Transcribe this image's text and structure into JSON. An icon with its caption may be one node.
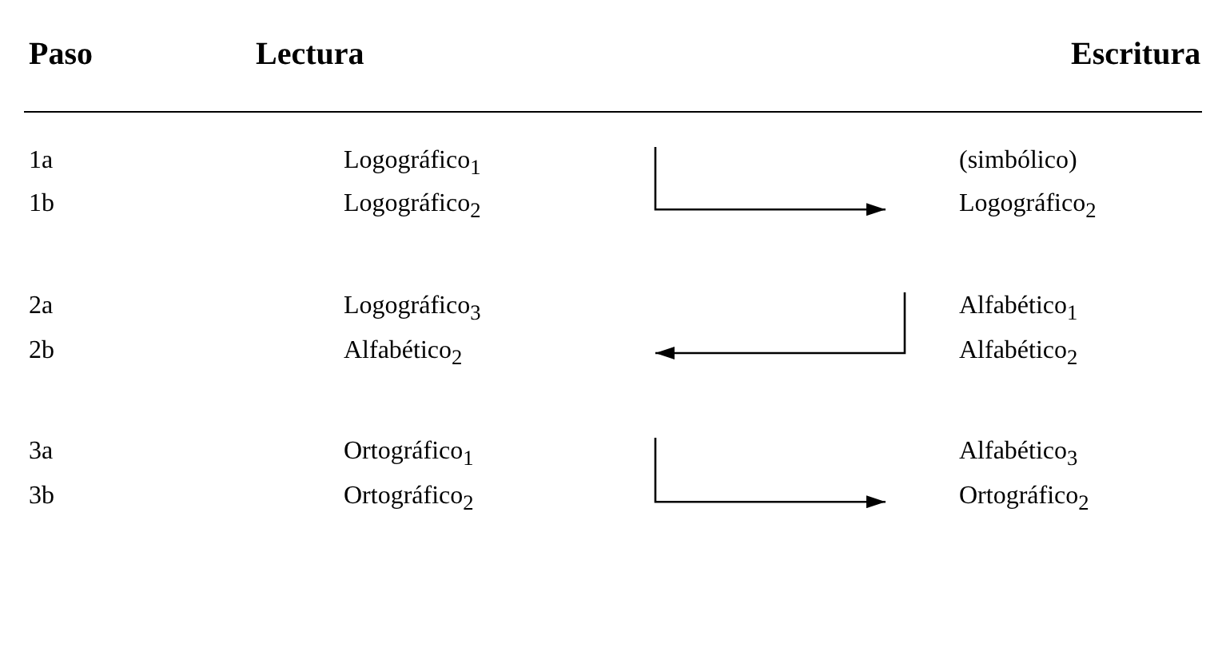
{
  "diagram": {
    "nodes": [
      {
        "text": [
          "Logográfico$_{1}$"
        ]
      },
      {
        "text": [
          "Logográfico$_{2}$"
        ]
      },
      {
        "text": [
          "Alfabético$_{1}$"
        ]
      },
      {
        "text": [
          "Alfabético$_{2}$"
        ]
      },
      {
        "text": [
          "Ortográfico$_{1}$"
        ]
      },
      {
        "text": [
          "Ortográfico$_{2}$"
        ]
      }
    ],
    "edges": [
      {
        "from": null,
        "to": 1,
        "arrow": "to"
      },
      {
        "from": 2,
        "to": null,
        "arrow": "to"
      },
      {
        "from": null,
        "to": 5,
        "arrow": "to"
      }
    ],
    "labels": [
      "Paso",
      "Lectura",
      "Escritura",
      "1a",
      "(simbólico)",
      "1b",
      "Logográfico$_{2}$",
      "2a",
      "Logográfico$_{3}$",
      "2b",
      "Alfabético$_{2}$",
      "3a",
      "Alfabético$_{3}$",
      "3b",
      "Ortográfico$_{2}$"
    ]
  }
}
